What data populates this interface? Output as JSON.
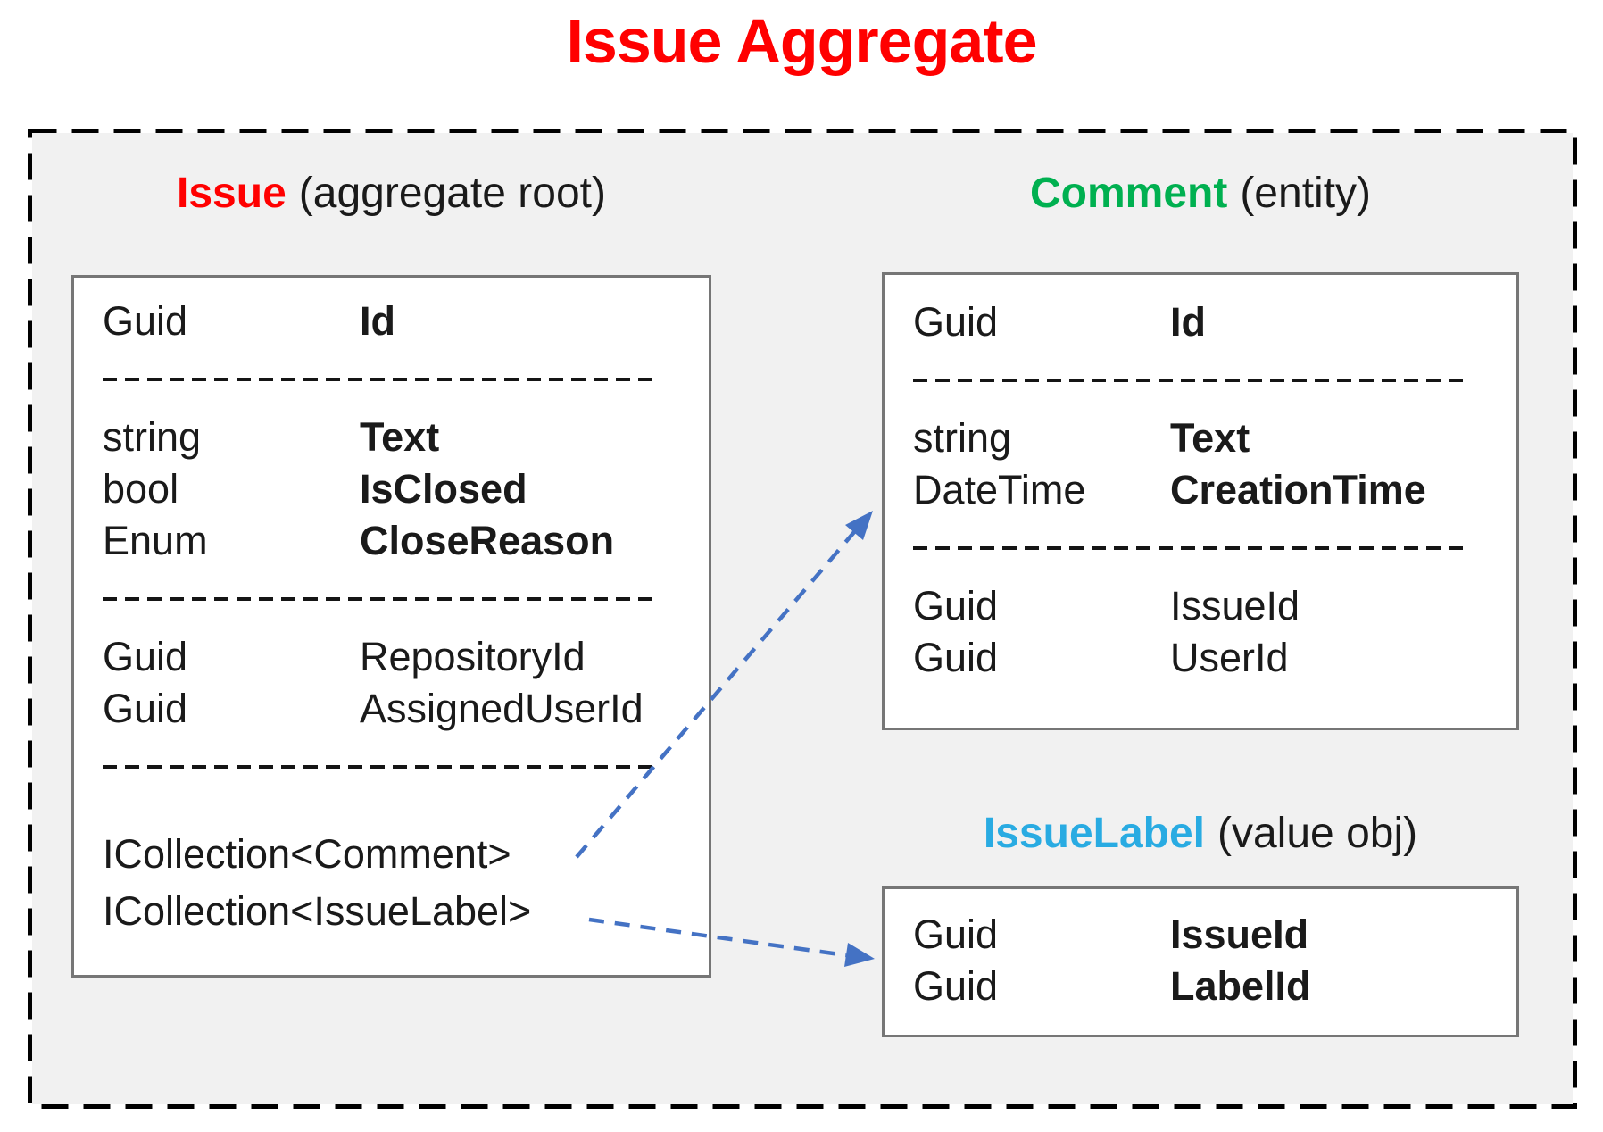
{
  "title": "Issue Aggregate",
  "colors": {
    "title": "#FF0000",
    "issue_accent": "#FF0000",
    "comment_accent": "#00B050",
    "issue_label_accent": "#29ABE2",
    "arrow": "#4472C4"
  },
  "issue": {
    "title": "Issue",
    "subtitle": "(aggregate root)",
    "fields": [
      {
        "type": "Guid",
        "name": "Id"
      },
      {
        "type": "string",
        "name": "Text"
      },
      {
        "type": "bool",
        "name": "IsClosed"
      },
      {
        "type": "Enum",
        "name": "CloseReason"
      },
      {
        "type": "Guid",
        "name": "RepositoryId"
      },
      {
        "type": "Guid",
        "name": "AssignedUserId"
      }
    ],
    "collections": [
      "ICollection<Comment>",
      "ICollection<IssueLabel>"
    ]
  },
  "comment": {
    "title": "Comment",
    "subtitle": "(entity)",
    "fields": [
      {
        "type": "Guid",
        "name": "Id"
      },
      {
        "type": "string",
        "name": "Text"
      },
      {
        "type": "DateTime",
        "name": "CreationTime"
      },
      {
        "type": "Guid",
        "name": "IssueId"
      },
      {
        "type": "Guid",
        "name": "UserId"
      }
    ]
  },
  "issue_label": {
    "title": "IssueLabel",
    "subtitle": "(value obj)",
    "fields": [
      {
        "type": "Guid",
        "name": "IssueId"
      },
      {
        "type": "Guid",
        "name": "LabelId"
      }
    ]
  },
  "relations": [
    {
      "from": "Issue.ICollection<Comment>",
      "to": "Comment"
    },
    {
      "from": "Issue.ICollection<IssueLabel>",
      "to": "IssueLabel"
    }
  ]
}
